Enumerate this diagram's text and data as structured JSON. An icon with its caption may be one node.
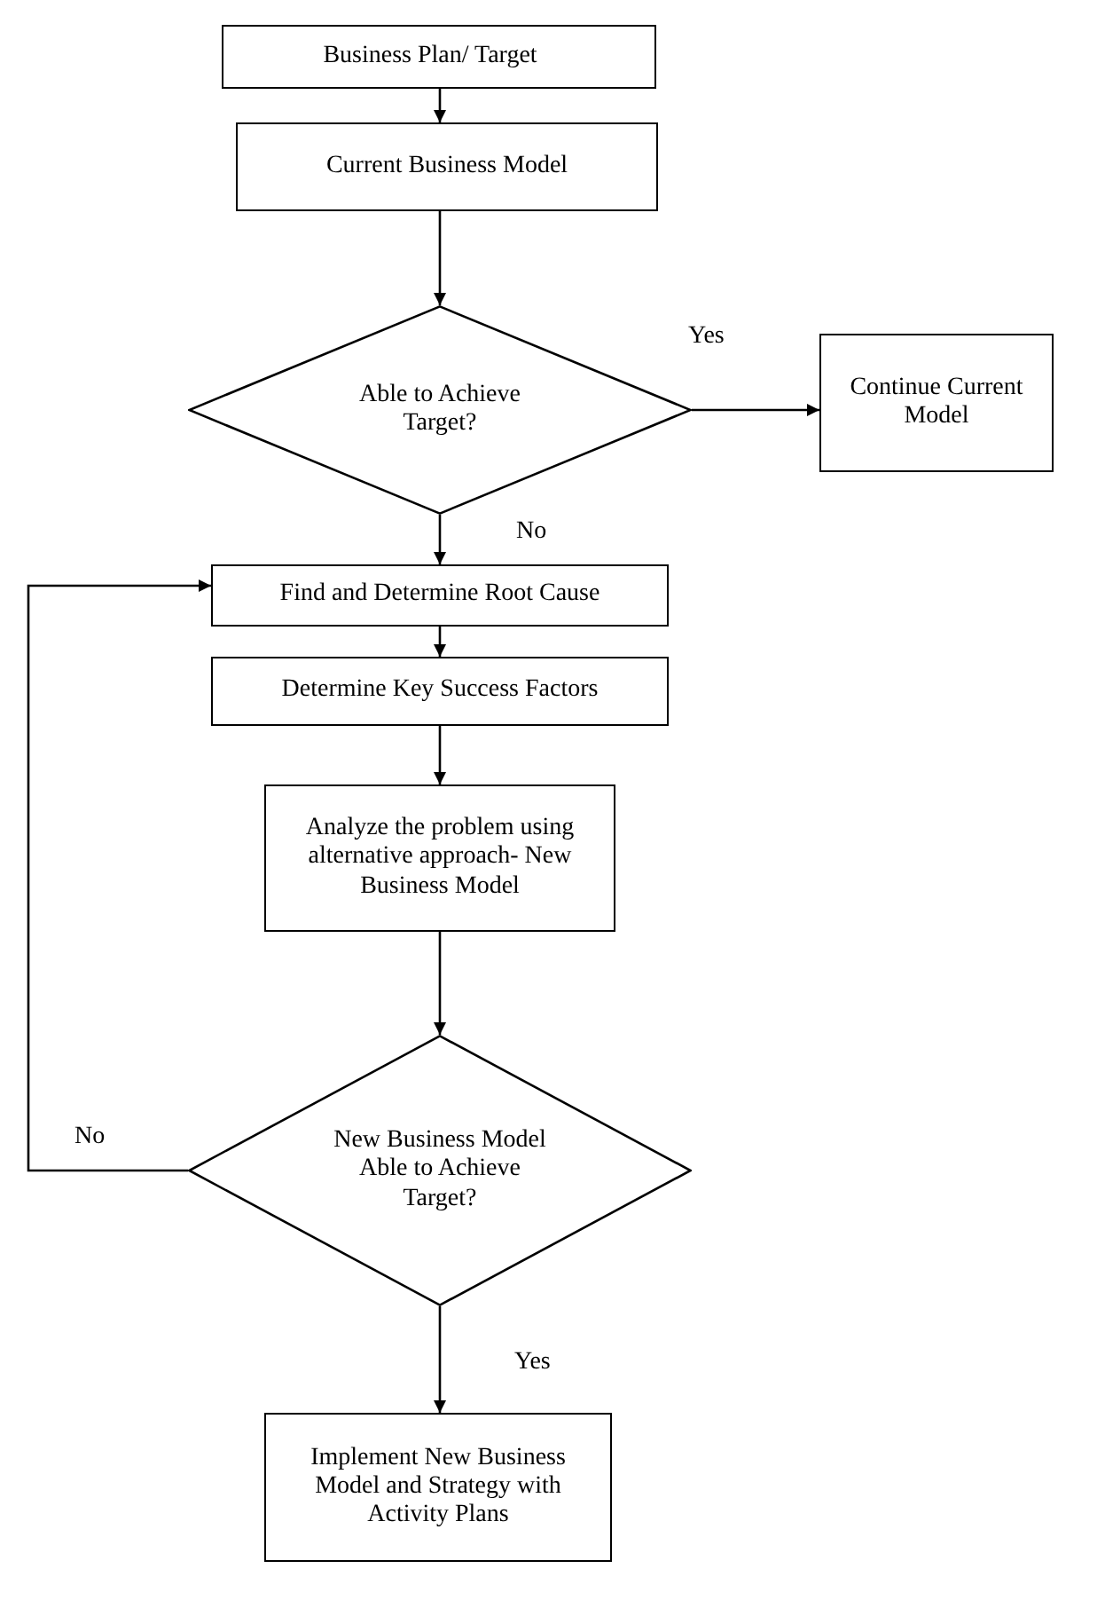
{
  "diagram": {
    "nodes": [
      {
        "text": [
          "Business Plan/ Target"
        ]
      },
      {
        "text": [
          "Current Business Model"
        ]
      },
      {
        "text": [
          "Able to Achieve Target?"
        ]
      },
      {
        "text": [
          "Continue Current Model"
        ]
      },
      {
        "text": [
          "Find  and Determine Root Cause"
        ]
      },
      {
        "text": [
          "Determine Key Success Factors"
        ]
      },
      {
        "text": [
          "Analyze the problem using alternative approach- New Business Model"
        ]
      },
      {
        "text": [
          "New Business Model Able to Achieve Target?"
        ]
      },
      {
        "text": [
          "Implement New Business Model and Strategy with Activity Plans"
        ]
      }
    ],
    "edges": [
      {
        "from": 0,
        "to": 1,
        "arrow": "to"
      },
      {
        "from": 1,
        "to": 2,
        "arrow": "to"
      },
      {
        "from": 2,
        "to": 3,
        "arrow": "to",
        "label": "Yes"
      },
      {
        "from": 2,
        "to": 4,
        "arrow": "to",
        "label": "No"
      },
      {
        "from": 4,
        "to": 5,
        "arrow": "to"
      },
      {
        "from": 5,
        "to": 6,
        "arrow": "to"
      },
      {
        "from": 6,
        "to": 7,
        "arrow": "to"
      },
      {
        "from": 7,
        "to": 4,
        "arrow": "to",
        "label": "No"
      },
      {
        "from": 7,
        "to": 8,
        "arrow": "to",
        "label": "Yes"
      }
    ]
  }
}
